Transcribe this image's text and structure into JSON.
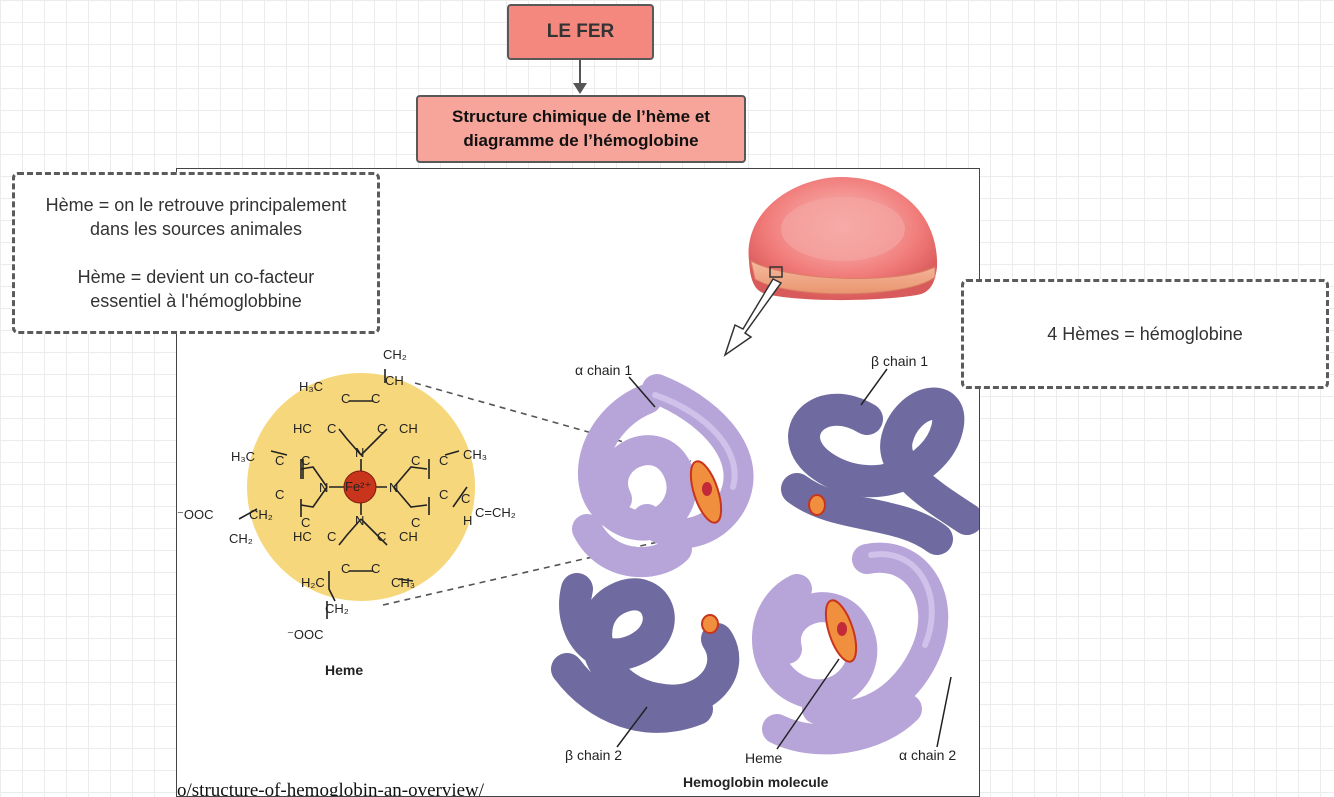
{
  "nodes": {
    "fer": "LE FER",
    "structure_line1": "Structure chimique de l’hème et",
    "structure_line2": "diagramme de l’hémoglobine"
  },
  "notes": {
    "left_line1": "Hème = on le retrouve principalement",
    "left_line2": "dans les sources animales",
    "left_line3": "Hème = devient un co-facteur",
    "left_line4": "essentiel à l'hémoglobbine",
    "right": "4 Hèmes = hémoglobine"
  },
  "figure": {
    "url_fragment": "o/structure-of-hemoglobin-an-overview/",
    "heme_caption": "Heme",
    "hemoglobin_caption": "Hemoglobin molecule",
    "alpha_chain_1": "α chain 1",
    "beta_chain_1": "β chain 1",
    "beta_chain_2": "β chain 2",
    "alpha_chain_2": "α chain 2",
    "heme_pointer": "Heme",
    "atoms": {
      "ch2_top": "CH₂",
      "ch_top": "CH",
      "h3c_top": "H₃C",
      "c": "C",
      "hc": "HC",
      "ch": "CH",
      "h3c_left": "H₃C",
      "ch3_right": "CH₃",
      "n": "N",
      "fe": "Fe²⁺",
      "ooc_left": "⁻OOC",
      "ch2": "CH₂",
      "h": "H",
      "ch2_vinyl": "C=CH₂",
      "h2c": "H₂C",
      "ooc_bottom": "⁻OOC"
    }
  },
  "colors": {
    "fer_fill": "#f4887e",
    "structure_fill": "#f7a59b",
    "heme_disc": "#f7d77c",
    "iron": "#c8351c",
    "alpha_chain": "#b7a4d9",
    "beta_chain": "#6f6a9f",
    "cell": "#f07a78"
  }
}
